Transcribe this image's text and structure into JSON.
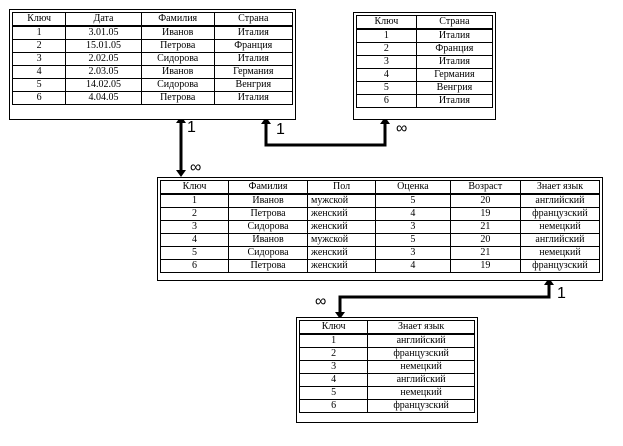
{
  "tables": {
    "orders": {
      "columns": [
        "Ключ",
        "Дата",
        "Фамилия",
        "Страна"
      ],
      "rows": [
        [
          "1",
          "3.01.05",
          "Иванов",
          "Италия"
        ],
        [
          "2",
          "15.01.05",
          "Петрова",
          "Франция"
        ],
        [
          "3",
          "2.02.05",
          "Сидорова",
          "Италия"
        ],
        [
          "4",
          "2.03.05",
          "Иванов",
          "Германия"
        ],
        [
          "5",
          "14.02.05",
          "Сидорова",
          "Венгрия"
        ],
        [
          "6",
          "4.04.05",
          "Петрова",
          "Италия"
        ]
      ]
    },
    "countries": {
      "columns": [
        "Ключ",
        "Страна"
      ],
      "rows": [
        [
          "1",
          "Италия"
        ],
        [
          "2",
          "Франция"
        ],
        [
          "3",
          "Италия"
        ],
        [
          "4",
          "Германия"
        ],
        [
          "5",
          "Венгрия"
        ],
        [
          "6",
          "Италия"
        ]
      ]
    },
    "people": {
      "columns": [
        "Ключ",
        "Фамилия",
        "Пол",
        "Оценка",
        "Возраст",
        "Знает язык"
      ],
      "rows": [
        [
          "1",
          "Иванов",
          "мужской",
          "5",
          "20",
          "английский"
        ],
        [
          "2",
          "Петрова",
          "женский",
          "4",
          "19",
          "французский"
        ],
        [
          "3",
          "Сидорова",
          "женский",
          "3",
          "21",
          "немецкий"
        ],
        [
          "4",
          "Иванов",
          "мужской",
          "5",
          "20",
          "английский"
        ],
        [
          "5",
          "Сидорова",
          "женский",
          "3",
          "21",
          "немецкий"
        ],
        [
          "6",
          "Петрова",
          "женский",
          "4",
          "19",
          "французский"
        ]
      ]
    },
    "languages": {
      "columns": [
        "Ключ",
        "Знает язык"
      ],
      "rows": [
        [
          "1",
          "английский"
        ],
        [
          "2",
          "французский"
        ],
        [
          "3",
          "немецкий"
        ],
        [
          "4",
          "английский"
        ],
        [
          "5",
          "немецкий"
        ],
        [
          "6",
          "французский"
        ]
      ]
    }
  },
  "relations": {
    "orders_people": {
      "from_card": "1",
      "to_card": "∞"
    },
    "orders_countries": {
      "from_card": "1",
      "to_card": "∞"
    },
    "people_languages": {
      "from_card": "1",
      "to_card": "∞"
    }
  }
}
